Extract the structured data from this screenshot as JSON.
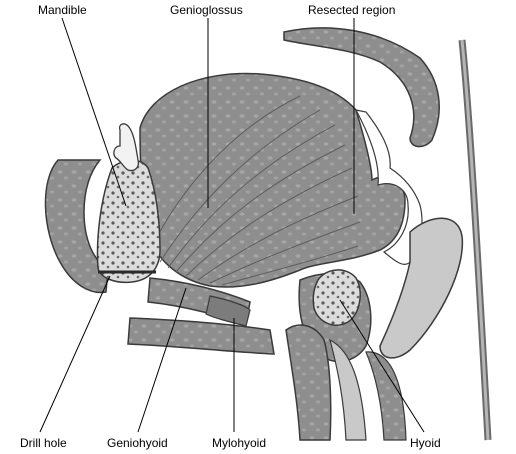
{
  "labels": {
    "mandible": "Mandible",
    "genioglossus": "Genioglossus",
    "resected_region": "Resected region",
    "drill_hole": "Drill hole",
    "geniohyoid": "Geniohyoid",
    "mylohyoid": "Mylohyoid",
    "hyoid": "Hyoid"
  },
  "colors": {
    "tissue_fill": "#8e8e8e",
    "tissue_dark": "#6f6f6f",
    "bone_fill": "#d8d8d8",
    "bone_dots": "#5a5a5a",
    "soft_light": "#c9c9c9",
    "outline": "#3a3a3a"
  }
}
